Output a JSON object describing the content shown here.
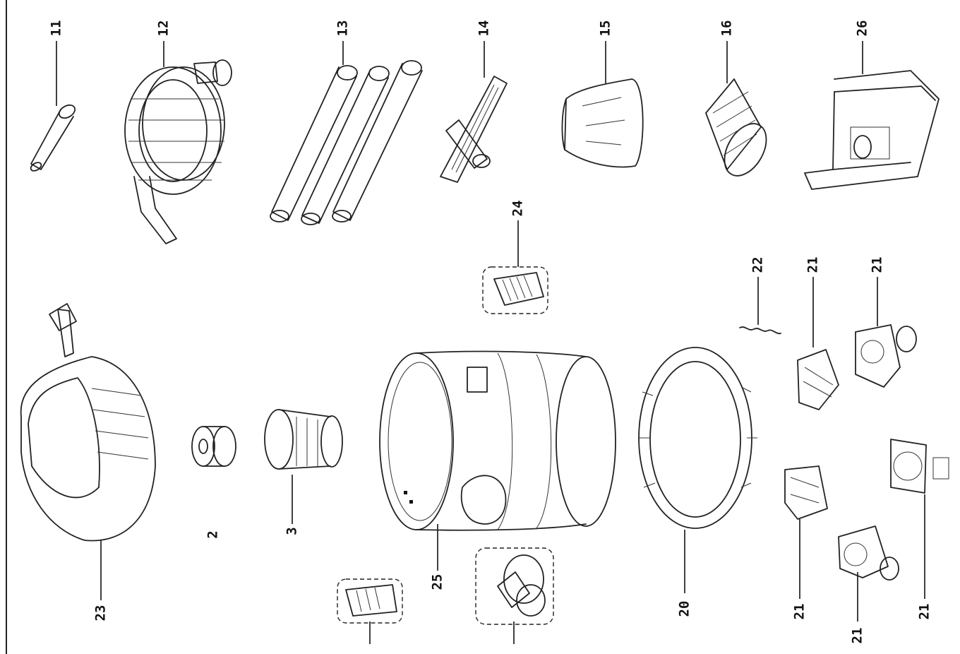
{
  "diagram": {
    "type": "exploded-parts-view",
    "labels": [
      "11",
      "12",
      "13",
      "14",
      "15",
      "16",
      "26",
      "24",
      "22",
      "21",
      "21",
      "23",
      "2",
      "3",
      "25",
      "20",
      "21",
      "21",
      "21"
    ]
  }
}
